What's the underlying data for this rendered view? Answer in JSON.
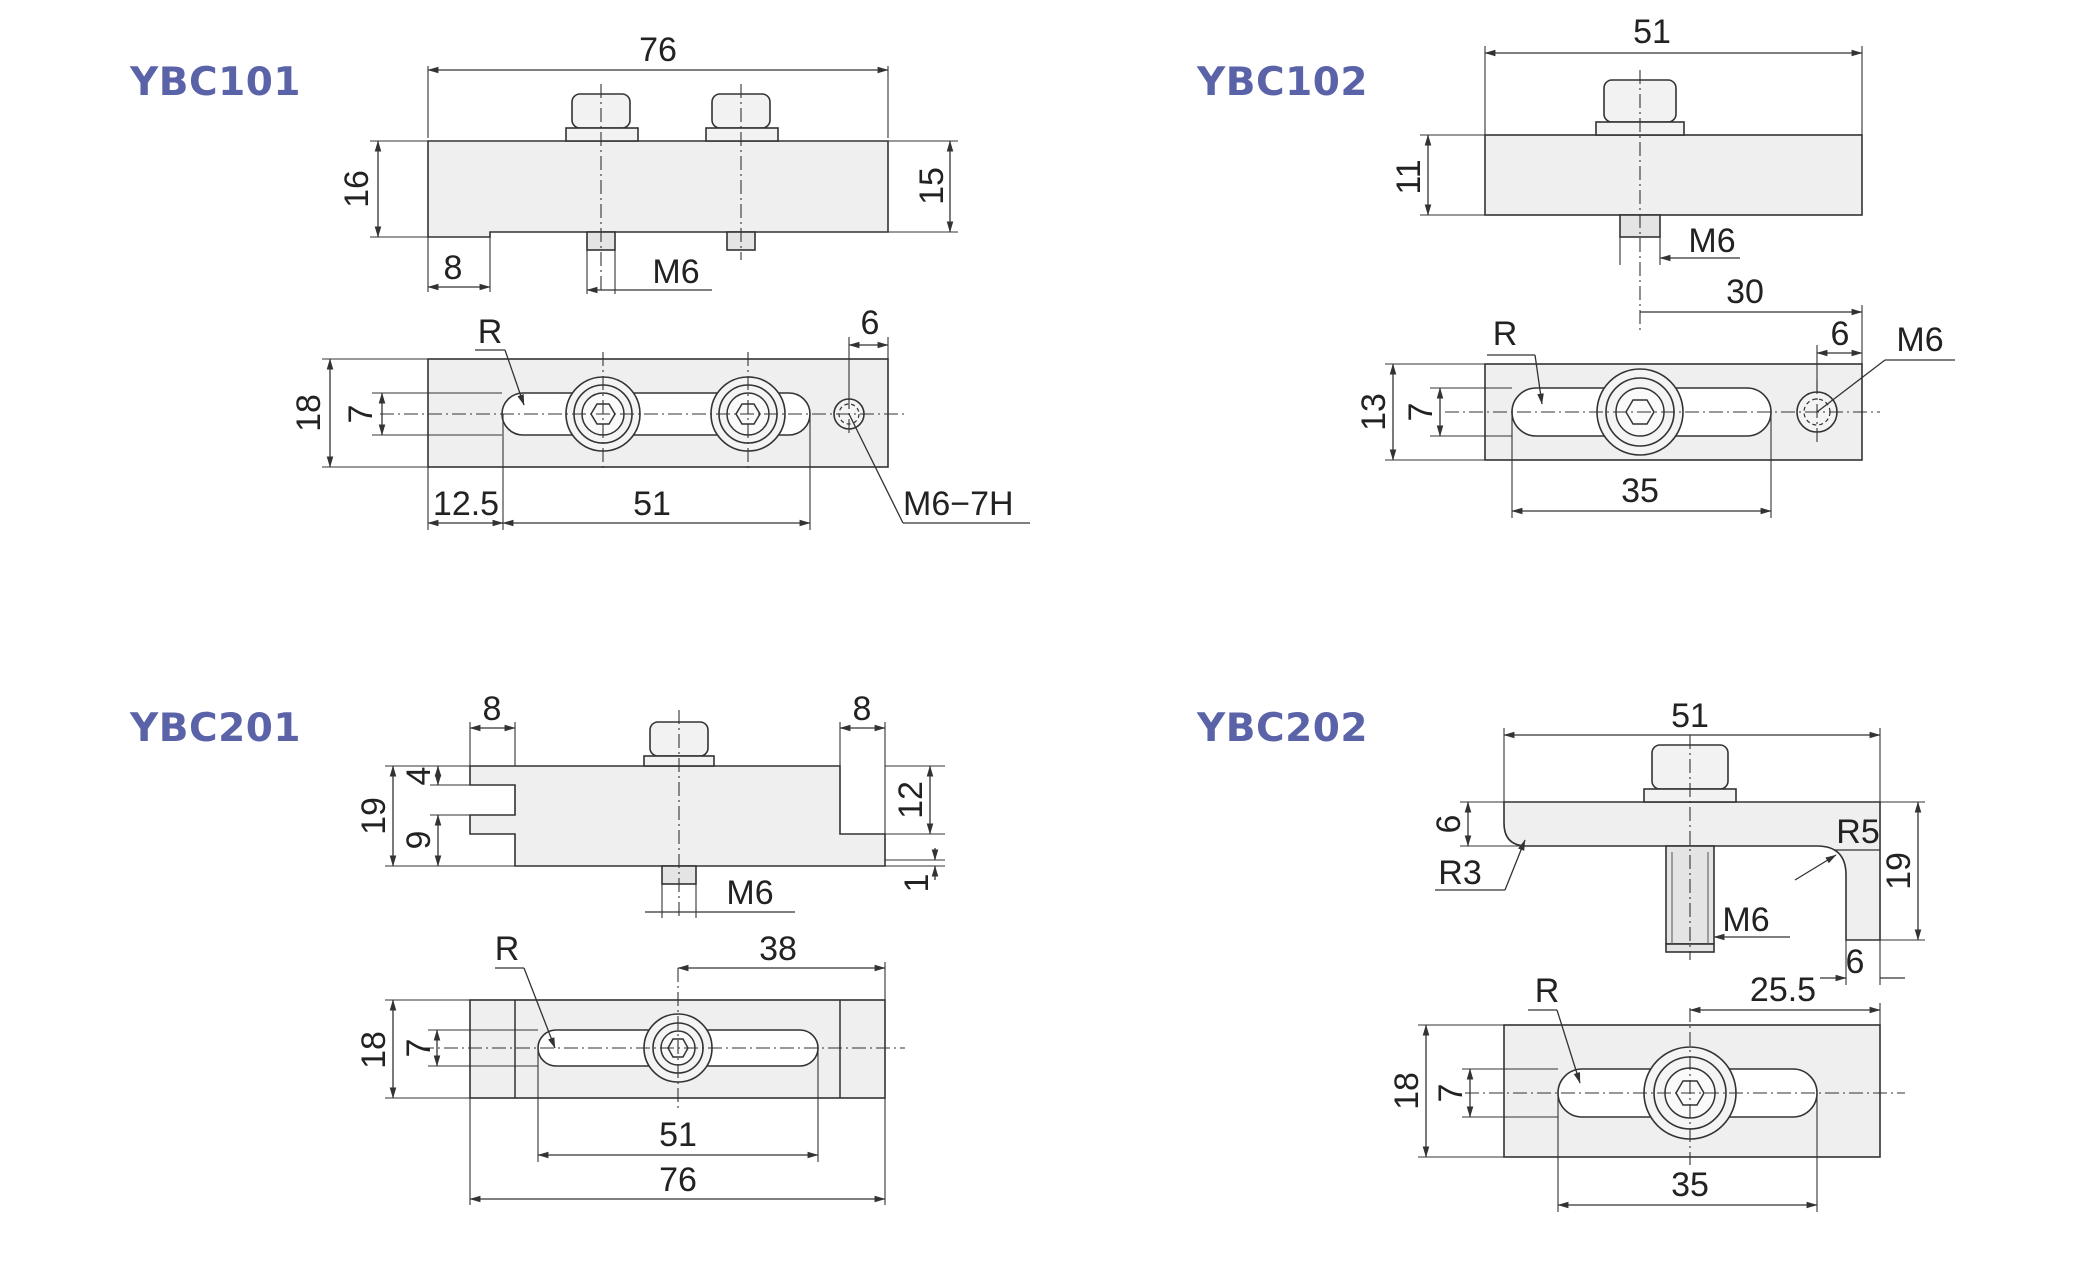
{
  "figures": [
    {
      "title": "YBC101",
      "front": {
        "width": "76",
        "height_left": "16",
        "height_right": "15",
        "step": "8",
        "thread": "M6"
      },
      "top": {
        "height": "18",
        "slot_width": "7",
        "slot_radius": "R",
        "offset": "12.5",
        "pitch": "51",
        "hole_edge": "6",
        "hole_thread": "M6−7H"
      }
    },
    {
      "title": "YBC102",
      "front": {
        "width": "51",
        "height": "11",
        "thread": "M6"
      },
      "top": {
        "hole_center": "30",
        "hole_edge": "6",
        "hole_thread": "M6",
        "slot_radius": "R",
        "height": "13",
        "slot_width": "7",
        "slot_length": "35"
      }
    },
    {
      "title": "YBC201",
      "front": {
        "step_left": "8",
        "step_right": "8",
        "upper_notch": "4",
        "height": "19",
        "lower_notch": "9",
        "right_height": "12",
        "right_offset": "1",
        "thread": "M6"
      },
      "top": {
        "slot_radius": "R",
        "center_offset": "38",
        "height": "18",
        "slot_width": "7",
        "slot_length": "51",
        "width": "76"
      }
    },
    {
      "title": "YBC202",
      "front": {
        "width": "51",
        "plate": "6",
        "inner_radius": "R3",
        "outer_radius": "R5",
        "height": "19",
        "thread": "M6",
        "foot": "6"
      },
      "top": {
        "slot_radius": "R",
        "center_offset": "25.5",
        "height": "18",
        "slot_width": "7",
        "slot_length": "35"
      }
    }
  ]
}
